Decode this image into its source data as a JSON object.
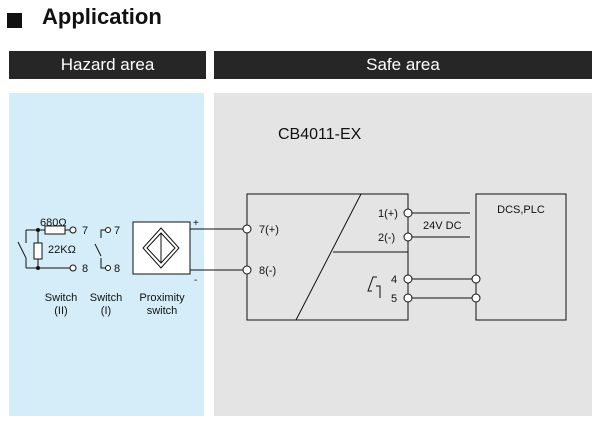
{
  "header": {
    "title": "Application"
  },
  "zones": {
    "hazard_label": "Hazard area",
    "safe_label": "Safe area"
  },
  "colors": {
    "hazard_bg": "#d4edf9",
    "safe_bg": "#e4e4e4",
    "bar_bg": "#262626",
    "bar_text": "#ffffff"
  },
  "circuit": {
    "resistor_top": "680Ω",
    "resistor_bottom": "22KΩ",
    "switch_ii_term_top": "7",
    "switch_ii_term_bottom": "8",
    "switch_i_term_top": "7",
    "switch_i_term_bottom": "8",
    "switch_ii_label": [
      "Switch",
      "(II)"
    ],
    "switch_i_label": [
      "Switch",
      "(I)"
    ],
    "proximity_label": [
      "Proximity",
      "switch"
    ],
    "plus_sign": "+",
    "minus_sign": "-"
  },
  "module": {
    "name": "CB4011-EX",
    "input_plus": "7(+)",
    "input_minus": "8(-)",
    "power_plus": "1(+)",
    "power_minus": "2(-)",
    "power_label": "24V DC",
    "output_a": "4",
    "output_b": "5"
  },
  "dcs": {
    "label": "DCS,PLC"
  },
  "icons": [
    "square-bullet-icon",
    "relay-contact-icon",
    "proximity-sensor-icon"
  ]
}
